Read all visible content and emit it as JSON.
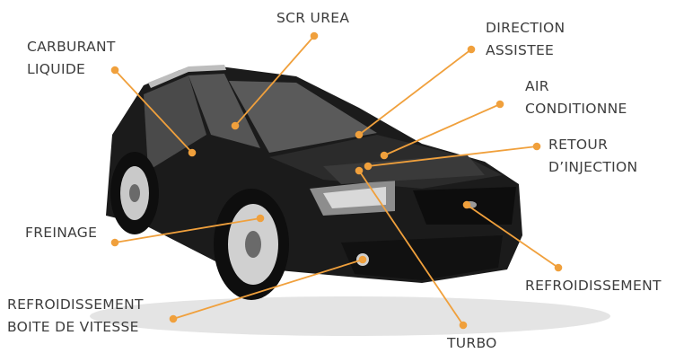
{
  "colors": {
    "leader": "#f0a03c",
    "label_text": "#3d3d3d",
    "car_body": "#1b1b1b"
  },
  "labels": {
    "scr_urea": "SCR UREA",
    "carburant": [
      "CARBURANT",
      "LIQUIDE"
    ],
    "direction": [
      "DIRECTION",
      "ASSISTEE"
    ],
    "air": [
      "AIR",
      "CONDITIONNE"
    ],
    "retour": [
      "RETOUR",
      "D’INJECTION"
    ],
    "freinage": "FREINAGE",
    "refroid_boite": [
      "REFROIDISSEMENT",
      "BOITE DE VITESSE"
    ],
    "refroidissement": "REFROIDISSEMENT",
    "turbo": "TURBO"
  }
}
